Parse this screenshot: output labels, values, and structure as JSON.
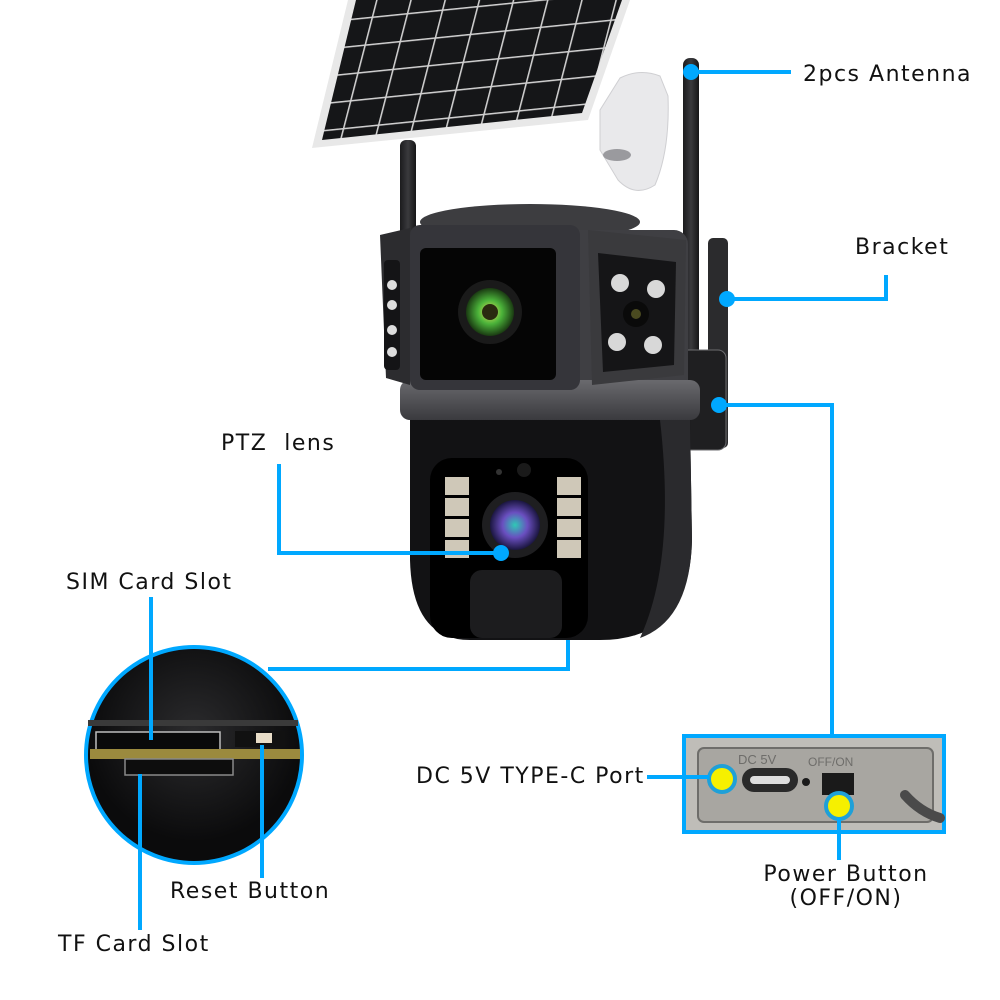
{
  "accent_color": "#00a8ff",
  "highlight_color": "#f6f000",
  "labels": {
    "antenna": "2pcs Antenna",
    "bracket": "Bracket",
    "ptz_lens": "PTZ  lens",
    "sim_slot": "SIM Card Slot",
    "reset_button": "Reset Button",
    "tf_slot": "TF Card Slot",
    "dc_port": "DC 5V TYPE-C Port",
    "power_button_line1": "Power Button",
    "power_button_line2": "(OFF/ON)"
  },
  "panel_text": {
    "dc_marking": "DC 5V",
    "switch_marking": "OFF/ON"
  },
  "components": [
    "solar-panel",
    "panel-mount",
    "antenna-left",
    "antenna-right",
    "fixed-lens-module",
    "ir-lens-module",
    "ptz-dome",
    "wall-bracket",
    "slot-closeup",
    "port-closeup"
  ]
}
